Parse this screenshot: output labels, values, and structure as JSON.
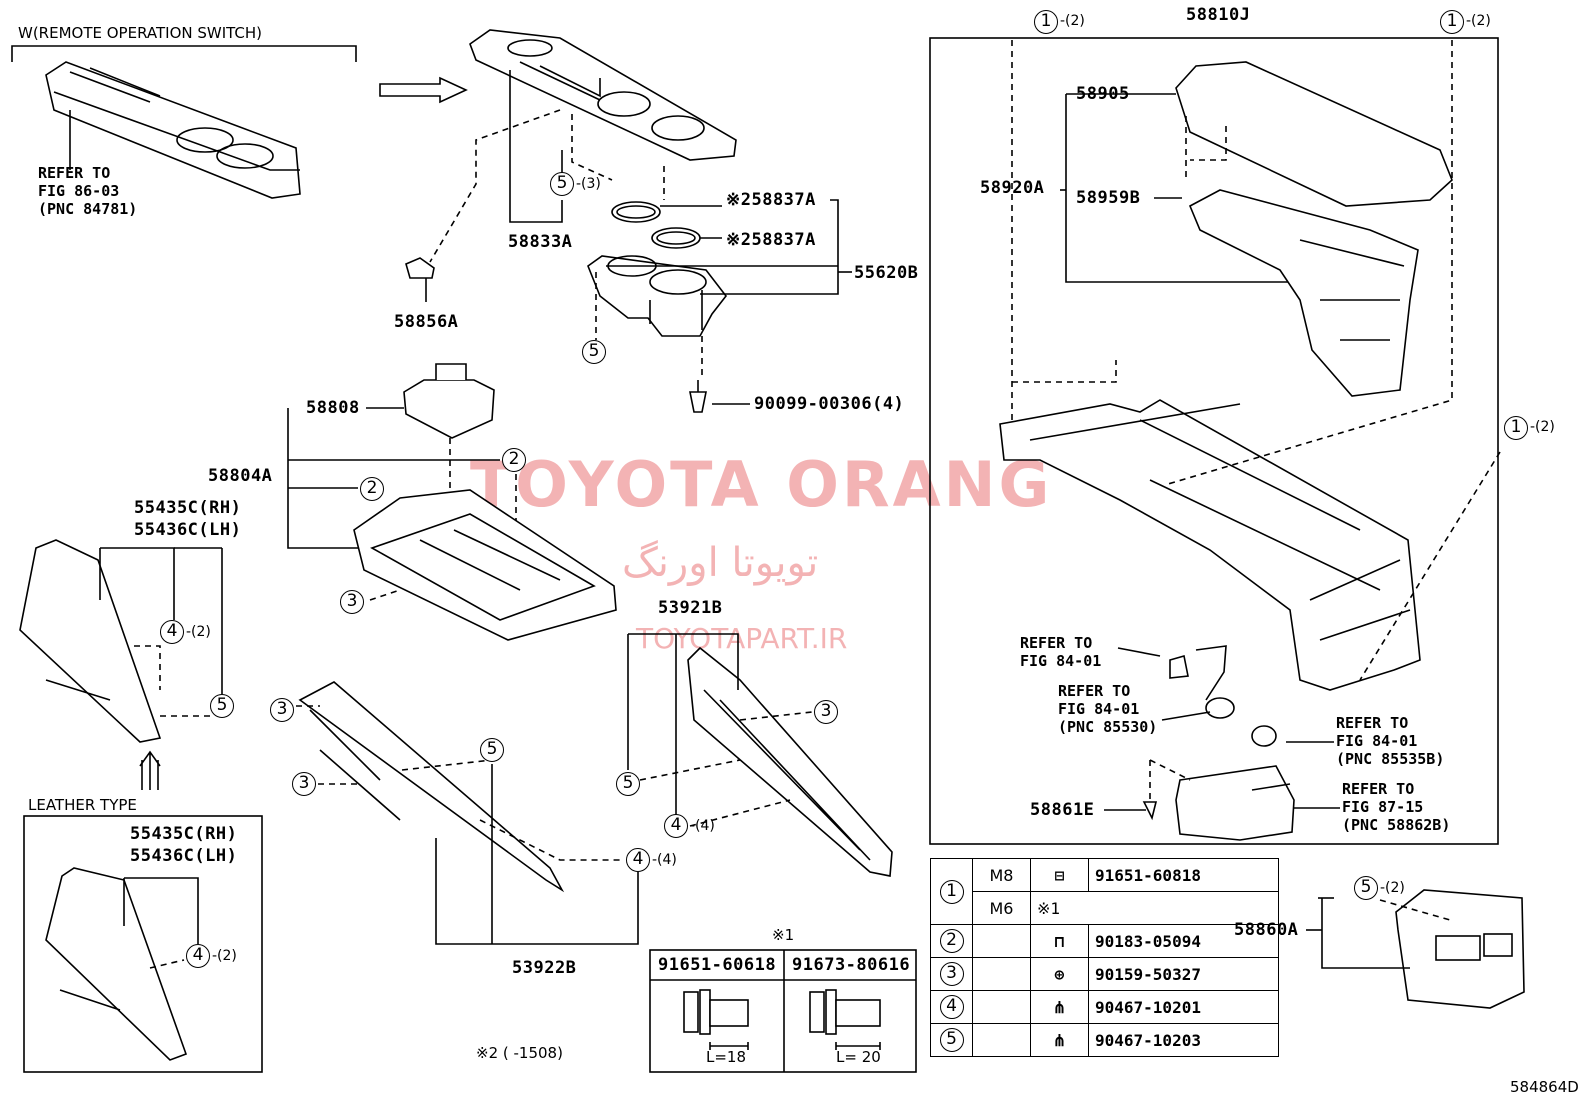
{
  "watermark": {
    "line1": "TOYOTA ORANG",
    "line2": "تویوتا اورنگ",
    "line3": "TOYOTAPART.IR"
  },
  "header": {
    "remote_switch": "W(REMOTE OPERATION SWITCH)"
  },
  "parts": {
    "p58810J": "58810J",
    "p58905": "58905",
    "p58920A": "58920A",
    "p58959B": "58959B",
    "p58833A": "58833A",
    "p58837A_1": "※258837A",
    "p58837A_2": "※258837A",
    "p55620B": "55620B",
    "p58856A": "58856A",
    "p90099": "90099-00306(4)",
    "p58808": "58808",
    "p58804A": "58804A",
    "p55435C": "55435C(RH)",
    "p55436C": "55436C(LH)",
    "p53921B": "53921B",
    "p53922B": "53922B",
    "p58861E": "58861E",
    "p58860A": "58860A",
    "p55435C_l": "55435C(RH)",
    "p55436C_l": "55436C(LH)"
  },
  "refs": {
    "r1_a": "REFER TO",
    "r1_b": "FIG 86-03",
    "r1_c": "(PNC 84781)",
    "r2_a": "REFER TO",
    "r2_b": "FIG 84-01",
    "r3_a": "REFER TO",
    "r3_b": "FIG 84-01",
    "r3_c": "(PNC 85530)",
    "r4_a": "REFER TO",
    "r4_b": "FIG 84-01",
    "r4_c": "(PNC 85535B)",
    "r5_a": "REFER TO",
    "r5_b": "FIG 87-15",
    "r5_c": "(PNC 58862B)"
  },
  "callouts": {
    "c1": "1",
    "c2": "2",
    "c3": "3",
    "c4": "4",
    "c5": "5",
    "q2": "-(2)",
    "q3": "-(3)",
    "q4": "-(4)"
  },
  "leather_type": "LEATHER TYPE",
  "legend": [
    {
      "num": "1",
      "size": "M8",
      "part": "91651-60818"
    },
    {
      "num": "",
      "size": "M6",
      "part": "※1"
    },
    {
      "num": "2",
      "size": "",
      "part": "90183-05094"
    },
    {
      "num": "3",
      "size": "",
      "part": "90159-50327"
    },
    {
      "num": "4",
      "size": "",
      "part": "90467-10201"
    },
    {
      "num": "5",
      "size": "",
      "part": "90467-10203"
    }
  ],
  "bolt_table": {
    "title": "※1",
    "col1": "91651-60618",
    "col2": "91673-80616",
    "len1": "L=18",
    "len2": "L= 20"
  },
  "note2": "※2 (      -1508)",
  "figure_id": "584864D"
}
